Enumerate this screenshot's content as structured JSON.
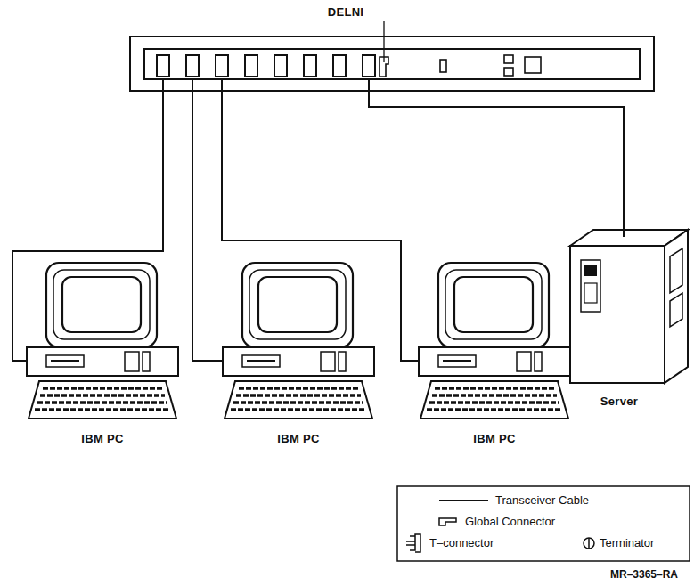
{
  "diagram": {
    "nodes": [
      {
        "text": [
          "DELNI"
        ]
      },
      {
        "text": [
          "IBM PC"
        ]
      },
      {
        "text": [
          "IBM PC"
        ]
      },
      {
        "text": [
          "IBM PC"
        ]
      },
      {
        "text": [
          "Server"
        ]
      }
    ],
    "edges": [
      {
        "from": 0,
        "to": 1,
        "arrow": "none"
      },
      {
        "from": 0,
        "to": 2,
        "arrow": "none"
      },
      {
        "from": 0,
        "to": 3,
        "arrow": "none"
      },
      {
        "from": 0,
        "to": 4,
        "arrow": "none"
      }
    ],
    "labels": [
      "MR–3365–RA"
    ],
    "legend": [
      {
        "text": "Transceiver Cable"
      },
      {
        "text": "Global Connector"
      },
      {
        "text": "T–connector"
      },
      {
        "text": "Terminator"
      }
    ]
  }
}
